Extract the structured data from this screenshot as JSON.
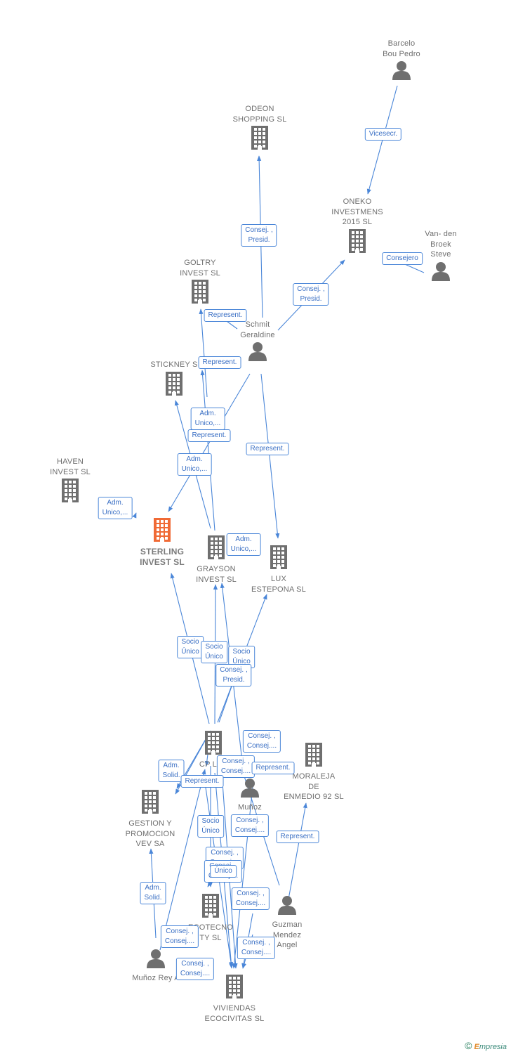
{
  "nodes": [
    {
      "id": "barcelo",
      "type": "person",
      "label": [
        "Barcelo",
        "Bou Pedro"
      ]
    },
    {
      "id": "odeon",
      "type": "company",
      "label": [
        "ODEON",
        "SHOPPING SL"
      ]
    },
    {
      "id": "oneko",
      "type": "company",
      "label": [
        "ONEKO",
        "INVESTMENS",
        "2015  SL"
      ]
    },
    {
      "id": "vanden",
      "type": "person",
      "label": [
        "Van- den",
        "Broek",
        "Steve"
      ]
    },
    {
      "id": "goltry",
      "type": "company",
      "label": [
        "GOLTRY",
        "INVEST  SL"
      ]
    },
    {
      "id": "schmit",
      "type": "person",
      "label": [
        "Schmit",
        "Geraldine"
      ]
    },
    {
      "id": "stickney",
      "type": "company",
      "label": [
        "STICKNEY  S"
      ]
    },
    {
      "id": "haven",
      "type": "company",
      "label": [
        "HAVEN",
        "INVEST  SL"
      ]
    },
    {
      "id": "sterling",
      "type": "company",
      "focus": true,
      "label": [
        "STERLING",
        "INVEST  SL"
      ]
    },
    {
      "id": "grayson",
      "type": "company",
      "label": [
        "GRAYSON",
        "INVEST  SL"
      ]
    },
    {
      "id": "lux",
      "type": "company",
      "label": [
        "LUX",
        "ESTEPONA  SL"
      ]
    },
    {
      "id": "cpley",
      "type": "company",
      "label": [
        "CP LEY"
      ]
    },
    {
      "id": "moraleja",
      "type": "company",
      "label": [
        "MORALEJA",
        "DE",
        "ENMEDIO 92 SL"
      ]
    },
    {
      "id": "munoz",
      "type": "person",
      "label": [
        "Muñoz"
      ]
    },
    {
      "id": "gestion",
      "type": "company",
      "label": [
        "GESTION Y",
        "PROMOCION",
        "VEV SA"
      ]
    },
    {
      "id": "ecotecno",
      "type": "company",
      "label": [
        "ECOTECNO",
        "TY SL"
      ]
    },
    {
      "id": "guzman",
      "type": "person",
      "label": [
        "Guzman",
        "Mendez",
        "Angel"
      ]
    },
    {
      "id": "munozrey",
      "type": "person",
      "label": [
        "Muñoz Rey A"
      ]
    },
    {
      "id": "viviendas",
      "type": "company",
      "label": [
        "VIVIENDAS",
        "ECOCIVITAS SL"
      ]
    }
  ],
  "edge_labels": [
    [
      "Vicesecr."
    ],
    [
      "Consej. ,",
      "Presid."
    ],
    [
      "Consejero"
    ],
    [
      "Consej. ,",
      "Presid."
    ],
    [
      "Represent."
    ],
    [
      "Represent."
    ],
    [
      "Adm.",
      "Unico,..."
    ],
    [
      "Represent."
    ],
    [
      "Adm.",
      "Unico,..."
    ],
    [
      "Adm.",
      "Unico,..."
    ],
    [
      "Represent."
    ],
    [
      "Adm.",
      "Unico,..."
    ],
    [
      "Socio",
      "Único"
    ],
    [
      "Socio",
      "Único"
    ],
    [
      "Socio",
      "Único"
    ],
    [
      "Consej. ,",
      "Presid."
    ],
    [
      "Consej. ,",
      "Consej...."
    ],
    [
      "Consej. ,",
      "Consej...."
    ],
    [
      "Represent."
    ],
    [
      "Adm.",
      "Solid."
    ],
    [
      "Represent."
    ],
    [
      "Consej. ,",
      "Consej...."
    ],
    [
      "Represent."
    ],
    [
      "Socio",
      "Único"
    ],
    [
      "Consej. ,",
      "Consej...."
    ],
    [
      "Consej. ,",
      "Consej...."
    ],
    [
      "Único"
    ],
    [
      "Consej. ,",
      "Consej...."
    ],
    [
      "Adm.",
      "Solid."
    ],
    [
      "Consej. ,",
      "Consej...."
    ],
    [
      "Consej. ,",
      "Consej...."
    ],
    [
      "Consej. ,",
      "Consej...."
    ]
  ],
  "colors": {
    "edge": "#4a86d8",
    "node_icon": "#6f6f6f",
    "focus_icon": "#f06a35"
  },
  "brand": {
    "copyright": "©",
    "initial": "E",
    "rest": "mpresia"
  }
}
